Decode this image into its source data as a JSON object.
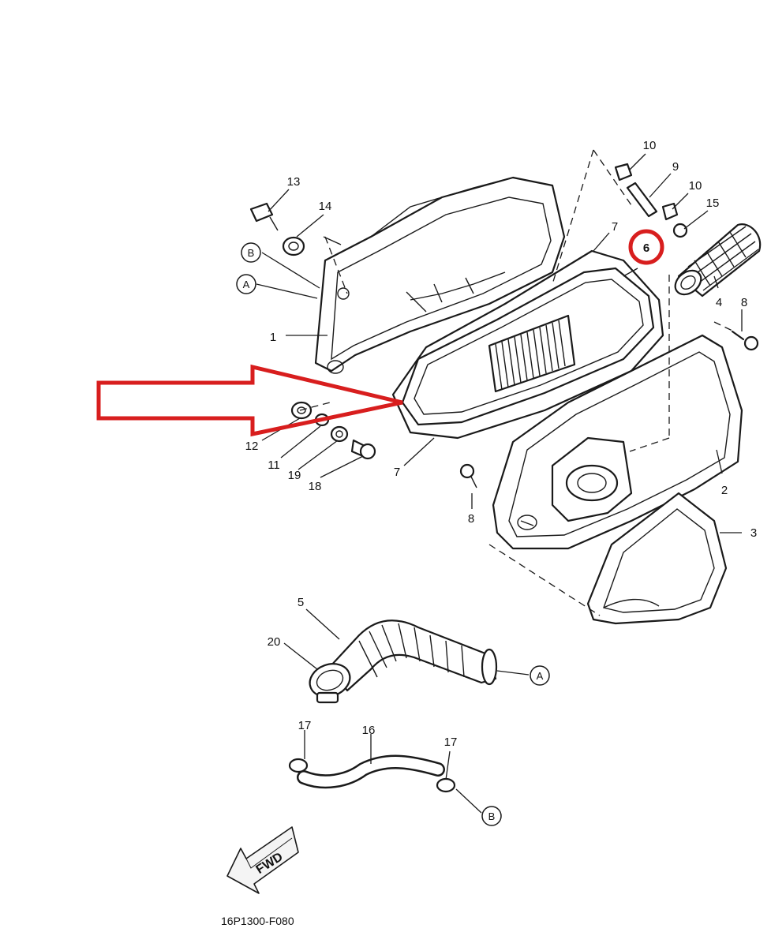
{
  "diagram": {
    "code": "16P1300-F080",
    "fwd_label": "FWD",
    "highlight_color": "#d81e1e",
    "highlighted_part": "6",
    "ref_a": "A",
    "ref_b": "B",
    "labels": {
      "p1": "1",
      "p2": "2",
      "p3": "3",
      "p4": "4",
      "p5": "5",
      "p6": "6",
      "p7a": "7",
      "p7b": "7",
      "p8a": "8",
      "p8b": "8",
      "p9": "9",
      "p10a": "10",
      "p10b": "10",
      "p11": "11",
      "p12": "12",
      "p13": "13",
      "p14": "14",
      "p15": "15",
      "p16": "16",
      "p17a": "17",
      "p17b": "17",
      "p18": "18",
      "p19": "19",
      "p20": "20"
    }
  }
}
